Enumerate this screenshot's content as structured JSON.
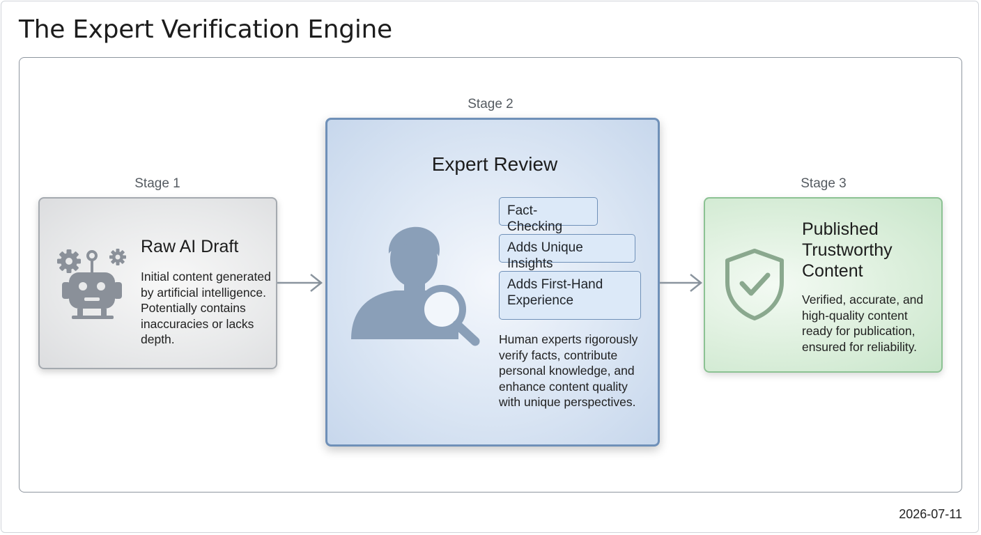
{
  "title": "The Expert Verification Engine",
  "date": "2026-07-11",
  "stages": [
    {
      "label": "Stage 1",
      "title": "Raw AI Draft",
      "description": "Initial content generated by artificial intelligence. Potentially contains inaccuracies or lacks depth.",
      "icon": "robot-icon",
      "color": "#a4a9af"
    },
    {
      "label": "Stage 2",
      "title": "Expert Review",
      "tags": [
        "Fact-Checking",
        "Adds Unique Insights",
        "Adds First-Hand Experience"
      ],
      "description": "Human experts rigorously verify facts, contribute personal knowledge, and enhance content quality with unique perspectives.",
      "icon": "expert-magnifier-icon",
      "color": "#6f90b8"
    },
    {
      "label": "Stage 3",
      "title": "Published Trustworthy Content",
      "description": "Verified, accurate, and high-quality content ready for publication, ensured for reliability.",
      "icon": "shield-check-icon",
      "color": "#8cc293"
    }
  ]
}
